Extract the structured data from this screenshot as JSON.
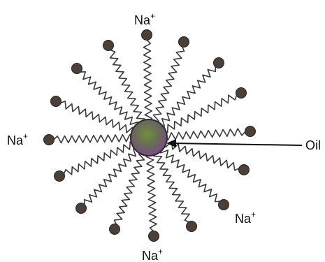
{
  "labels": {
    "ion_top": "Na",
    "ion_left": "Na",
    "ion_bottom_right": "Na",
    "ion_bottom": "Na",
    "charge": "+",
    "oil": "Oil"
  },
  "colors": {
    "chain": "#3a3a3a",
    "head": "#4a4038",
    "core_green": "#7a9a3a",
    "core_purple": "#7a4a8a"
  }
}
